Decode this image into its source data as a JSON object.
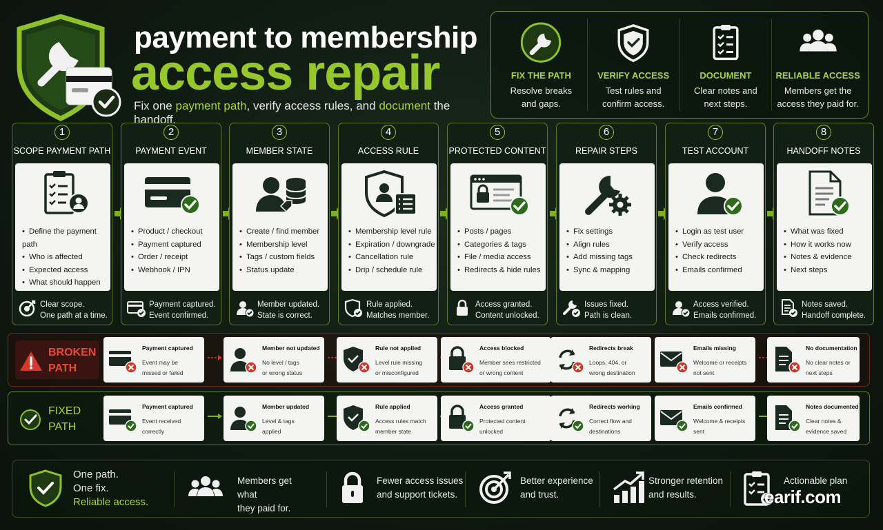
{
  "header": {
    "title_line1": "payment to membership",
    "title_line2": "access repair",
    "subtitle": {
      "part1": "Fix one ",
      "hl1": "payment path",
      "part2": ", verify access rules, and ",
      "hl2": "document",
      "part3": " the handoff."
    }
  },
  "benefits": [
    {
      "title": "FIX THE PATH",
      "desc1": "Resolve breaks",
      "desc2": "and gaps.",
      "icon": "wrench-icon"
    },
    {
      "title": "VERIFY ACCESS",
      "desc1": "Test rules and",
      "desc2": "confirm access.",
      "icon": "shield-check-icon"
    },
    {
      "title": "DOCUMENT",
      "desc1": "Clear notes and",
      "desc2": "next steps.",
      "icon": "clipboard-icon"
    },
    {
      "title": "RELIABLE ACCESS",
      "desc1": "Members get the",
      "desc2": "access they paid for.",
      "icon": "users-icon"
    }
  ],
  "steps": [
    {
      "num": "1",
      "title": "SCOPE PAYMENT PATH",
      "items": [
        "Define the payment path",
        "Who is affected",
        "Expected access",
        "What should happen"
      ],
      "foot1": "Clear scope.",
      "foot2": "One path at a time."
    },
    {
      "num": "2",
      "title": "PAYMENT EVENT",
      "items": [
        "Product / checkout",
        "Payment captured",
        "Order / receipt",
        "Webhook / IPN"
      ],
      "foot1": "Payment captured.",
      "foot2": "Event confirmed."
    },
    {
      "num": "3",
      "title": "MEMBER STATE",
      "items": [
        "Create / find member",
        "Membership level",
        "Tags / custom fields",
        "Status update"
      ],
      "foot1": "Member updated.",
      "foot2": "State is correct."
    },
    {
      "num": "4",
      "title": "ACCESS RULE",
      "items": [
        "Membership level rule",
        "Expiration / downgrade",
        "Cancellation rule",
        "Drip / schedule rule"
      ],
      "foot1": "Rule applied.",
      "foot2": "Matches member."
    },
    {
      "num": "5",
      "title": "PROTECTED CONTENT",
      "items": [
        "Posts / pages",
        "Categories & tags",
        "File / media access",
        "Redirects & hide rules"
      ],
      "foot1": "Access granted.",
      "foot2": "Content unlocked."
    },
    {
      "num": "6",
      "title": "REPAIR STEPS",
      "items": [
        "Fix settings",
        "Align rules",
        "Add missing tags",
        "Sync & mapping"
      ],
      "foot1": "Issues fixed.",
      "foot2": "Path is clean."
    },
    {
      "num": "7",
      "title": "TEST ACCOUNT",
      "items": [
        "Login as test user",
        "Verify access",
        "Check redirects",
        "Emails confirmed"
      ],
      "foot1": "Access verified.",
      "foot2": "Emails confirmed."
    },
    {
      "num": "8",
      "title": "HANDOFF NOTES",
      "items": [
        "What was fixed",
        "How it works now",
        "Notes & evidence",
        "Next steps"
      ],
      "foot1": "Notes saved.",
      "foot2": "Handoff complete."
    }
  ],
  "broken": {
    "label1": "BROKEN",
    "label2": "PATH",
    "cards": [
      {
        "title": "Payment captured",
        "d1": "Event may be",
        "d2": "missed or failed"
      },
      {
        "title": "Member not updated",
        "d1": "No level / tags",
        "d2": "or wrong status"
      },
      {
        "title": "Rule not applied",
        "d1": "Level rule missing",
        "d2": "or misconfigured"
      },
      {
        "title": "Access blocked",
        "d1": "Member sees restricted",
        "d2": "or wrong content"
      },
      {
        "title": "Redirects break",
        "d1": "Loops, 404, or",
        "d2": "wrong destination"
      },
      {
        "title": "Emails missing",
        "d1": "Welcome or receipts",
        "d2": "not sent"
      },
      {
        "title": "No documentation",
        "d1": "No clear notes or",
        "d2": "next steps"
      }
    ]
  },
  "fixed": {
    "label1": "FIXED",
    "label2": "PATH",
    "cards": [
      {
        "title": "Payment captured",
        "d1": "Event received",
        "d2": "correctly"
      },
      {
        "title": "Member updated",
        "d1": "Level & tags",
        "d2": "applied"
      },
      {
        "title": "Rule applied",
        "d1": "Access rules match",
        "d2": "member state"
      },
      {
        "title": "Access granted",
        "d1": "Protected content",
        "d2": "unlocked"
      },
      {
        "title": "Redirects working",
        "d1": "Correct flow and",
        "d2": "destinations"
      },
      {
        "title": "Emails confirmed",
        "d1": "Welcome & receipts",
        "d2": "sent"
      },
      {
        "title": "Notes documented",
        "d1": "Clear notes &",
        "d2": "evidence saved"
      }
    ]
  },
  "footer": [
    {
      "l1": "One path.",
      "l2": "One fix.",
      "l3": "Reliable access."
    },
    {
      "l1": "Members get what",
      "l2": "they paid for."
    },
    {
      "l1": "Fewer access issues",
      "l2": "and support tickets."
    },
    {
      "l1": "Better experience",
      "l2": "and trust."
    },
    {
      "l1": "Stronger retention",
      "l2": "and results."
    },
    {
      "l1": "Actionable plan",
      "l2": ""
    }
  ],
  "watermark": "earif.com",
  "colors": {
    "accent": "#96c82c",
    "broken": "#e64a3a",
    "dark": "#0f1a11"
  }
}
